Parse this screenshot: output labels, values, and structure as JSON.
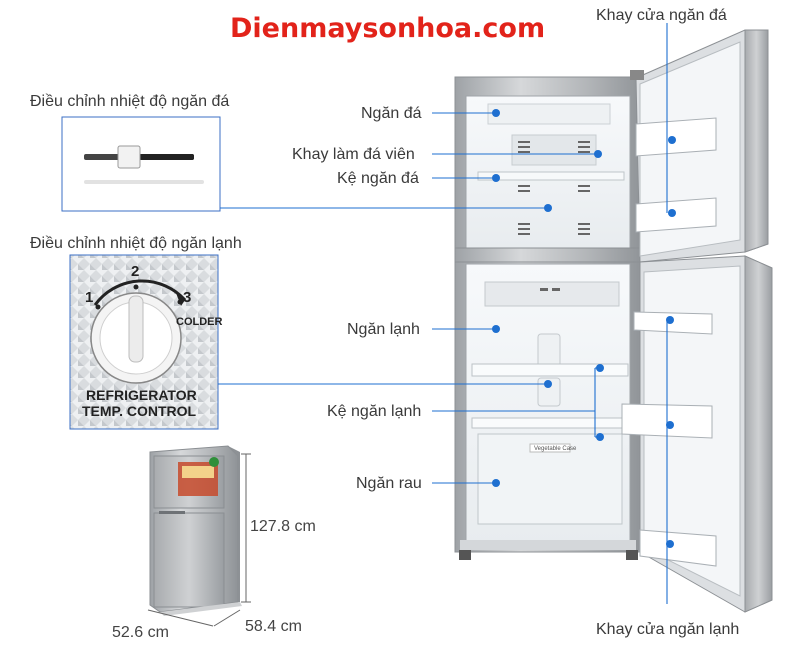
{
  "brand": "Dienmaysonhoa.com",
  "labels": {
    "freezer": "Ngăn đá",
    "ice_tray": "Khay làm đá viên",
    "freezer_shelf": "Kệ ngăn đá",
    "fridge": "Ngăn lạnh",
    "fridge_shelf": "Kệ ngăn lạnh",
    "crisper": "Ngăn rau",
    "freezer_door_tray": "Khay cửa ngăn đá",
    "fridge_door_tray": "Khay cửa ngăn lạnh",
    "freezer_temp": "Điều chỉnh nhiệt độ ngăn đá",
    "fridge_temp": "Điều chỉnh nhiệt độ ngăn lạnh"
  },
  "dial": {
    "numbers": [
      "1",
      "2",
      "3"
    ],
    "colder": "COLDER",
    "caption_line1": "REFRIGERATOR",
    "caption_line2": "TEMP. CONTROL"
  },
  "crisper_tag": "Vegetable Case",
  "dimensions": {
    "height": "127.8 cm",
    "width": "52.6 cm",
    "depth": "58.4 cm"
  },
  "colors": {
    "brand": "#e2231a",
    "callout": "#1e6fd0",
    "panel_border": "#3b6fc4",
    "body_silver": "#b9bcbf"
  }
}
